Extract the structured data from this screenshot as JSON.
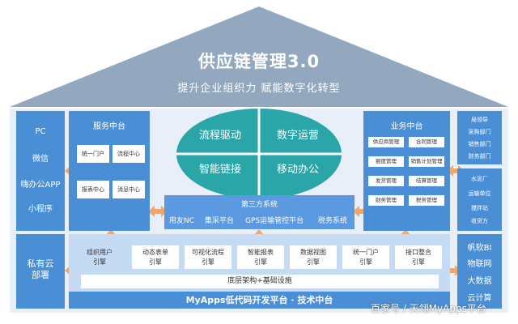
{
  "header": {
    "title": "供应链管理3.0",
    "subtitle": "提升企业组织力  赋能数字化转型"
  },
  "left_channels": [
    "PC",
    "微信",
    "嗨办公APP",
    "小程序"
  ],
  "private_cloud": [
    "私有云",
    "部署"
  ],
  "service_center": {
    "title": "服务中台",
    "items": [
      "统一门户",
      "流程中心",
      "报表中心",
      "消息中心"
    ]
  },
  "hub": {
    "quadrants": [
      "流程驱动",
      "数字运营",
      "智能链接",
      "移动办公"
    ]
  },
  "third_party": {
    "title": "第三方系统",
    "items": [
      "用友NC",
      "集采平台",
      "GPS运输管控平台",
      "税务系统"
    ]
  },
  "business_center": {
    "title": "业务中台",
    "items": [
      "供应商管理",
      "合同管理",
      "额度管理",
      "销售计划管理",
      "发货管理",
      "结算管理",
      "财务管理",
      "税务管理"
    ]
  },
  "right_top": [
    "局领导",
    "采购部门",
    "销售部门",
    "财务部门"
  ],
  "right_mid": [
    "水泥厂",
    "运输单位",
    "搅拌站",
    "收货方"
  ],
  "right_bottom": [
    "帆软BI",
    "物联网",
    "大数据",
    "云计算"
  ],
  "engines": [
    [
      "组织用户",
      "引擎"
    ],
    [
      "动态表单",
      "引擎"
    ],
    [
      "可视化流程",
      "引擎"
    ],
    [
      "智能报表",
      "引擎"
    ],
    [
      "数据视图",
      "引擎"
    ],
    [
      "统一门户",
      "引擎"
    ],
    [
      "接口整合",
      "引擎"
    ]
  ],
  "base_layer": "底层架构+基础设施",
  "platform_label": "MyApps低代码开发平台 · 技术中台",
  "watermark": "百家号 / 天翎MyApps平台",
  "colors": {
    "roof": "#93a8bf",
    "panel_blue": "#4a8fd6",
    "hub_teal": "#2aa6a8",
    "arrow_orange": "#f2a66b",
    "platform_light": "#c5daf3"
  }
}
